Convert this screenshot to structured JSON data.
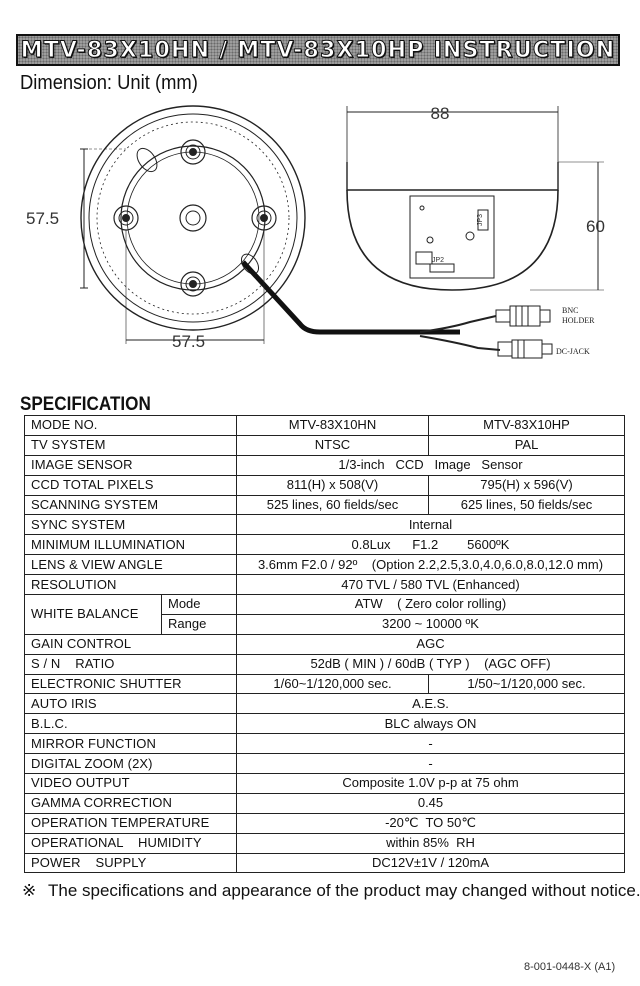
{
  "header": {
    "title": "MTV-83X10HN / MTV-83X10HP INSTRUCTION"
  },
  "dimension": {
    "heading": "Dimension: Unit (mm)",
    "front_width": "57.5",
    "front_height": "57.5",
    "side_width": "88",
    "side_height": "60",
    "connector_bnc_line1": "BNC",
    "connector_bnc_line2": "HOLDER",
    "connector_dc": "DC-JACK",
    "board_label_jp3": "JP3",
    "board_label_jp2": "JP2"
  },
  "specification": {
    "heading": "SPECIFICATION",
    "rows": {
      "model": {
        "label": "MODE NO.",
        "hn": "MTV-83X10HN",
        "hp": "MTV-83X10HP"
      },
      "tv": {
        "label": "TV SYSTEM",
        "hn": "NTSC",
        "hp": "PAL"
      },
      "sensor": {
        "label": "IMAGE SENSOR",
        "value": "1/3-inch   CCD   Image   Sensor"
      },
      "pixels": {
        "label": "CCD TOTAL PIXELS",
        "hn": "811(H) x 508(V)",
        "hp": "795(H) x 596(V)"
      },
      "scanning": {
        "label": "SCANNING SYSTEM",
        "hn": "525 lines, 60 fields/sec",
        "hp": "625 lines, 50 fields/sec"
      },
      "sync": {
        "label": "SYNC SYSTEM",
        "value": "Internal"
      },
      "illumination": {
        "label": "MINIMUM ILLUMINATION",
        "value": "0.8Lux      F1.2        5600ºK"
      },
      "lens": {
        "label": "LENS & VIEW ANGLE",
        "value": "3.6mm F2.0 / 92º    (Option 2.2,2.5,3.0,4.0,6.0,8.0,12.0 mm)"
      },
      "resolution": {
        "label": "RESOLUTION",
        "value": "470 TVL / 580 TVL (Enhanced)"
      },
      "white_balance": {
        "label": "WHITE BALANCE",
        "mode_label": "Mode",
        "mode_value": "ATW    ( Zero color rolling)",
        "range_label": "Range",
        "range_value": "3200 ~ 10000 ºK"
      },
      "gain": {
        "label": "GAIN CONTROL",
        "value": "AGC"
      },
      "sn": {
        "label": "S / N    RATIO",
        "value": "52dB ( MIN ) / 60dB ( TYP )    (AGC OFF)"
      },
      "shutter": {
        "label": "ELECTRONIC SHUTTER",
        "hn": "1/60~1/120,000 sec.",
        "hp": "1/50~1/120,000 sec."
      },
      "iris": {
        "label": "AUTO IRIS",
        "value": "A.E.S."
      },
      "blc": {
        "label": "B.L.C.",
        "value": "BLC always ON"
      },
      "mirror": {
        "label": "MIRROR FUNCTION",
        "value": "-"
      },
      "zoom": {
        "label": "DIGITAL ZOOM (2X)",
        "value": "-"
      },
      "video": {
        "label": "VIDEO OUTPUT",
        "value": "Composite 1.0V p-p at 75 ohm"
      },
      "gamma": {
        "label": "GAMMA CORRECTION",
        "value": "0.45"
      },
      "temperature": {
        "label": "OPERATION TEMPERATURE",
        "value": "-20℃  TO 50℃"
      },
      "humidity": {
        "label": "OPERATIONAL    HUMIDITY",
        "value": "within 85%  RH"
      },
      "power": {
        "label": "POWER    SUPPLY",
        "value": "DC12V±1V / 120mA"
      }
    }
  },
  "footer": {
    "notice_mark": "※",
    "notice": "The specifications and appearance of the product may changed without notice.",
    "doc_code": "8-001-0448-X (A1)"
  }
}
